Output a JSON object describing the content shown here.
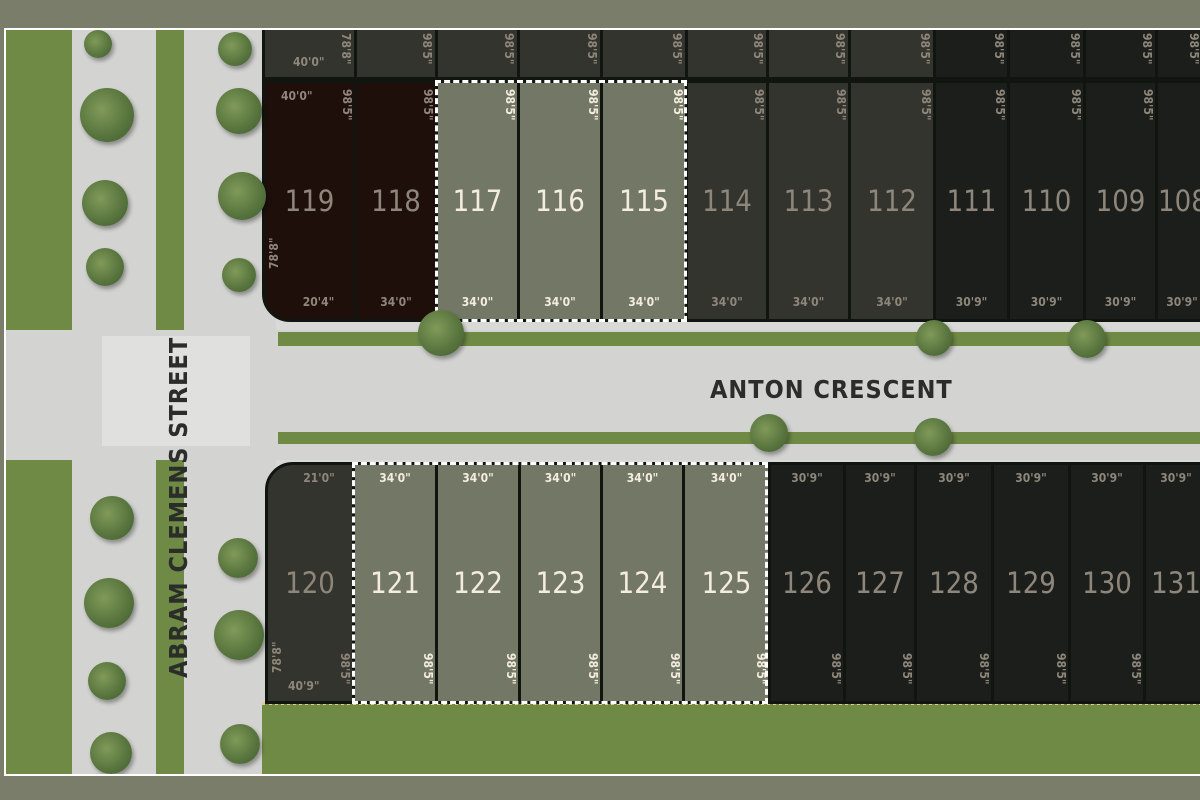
{
  "streets": {
    "horizontal": "ANTON CRESCENT",
    "vertical": "ABRAM CLEMENS STREET"
  },
  "colors": {
    "available": "#737765",
    "sold": "#1f0f0b",
    "other": "#34342e",
    "dark": "#1b1e1a"
  },
  "top_partial_row": [
    {
      "width": "40'0\"",
      "depth": "78'8\""
    },
    {
      "depth": "98'5\""
    },
    {
      "depth": "98'5\""
    },
    {
      "depth": "98'5\""
    },
    {
      "depth": "98'5\""
    },
    {
      "depth": "98'5\""
    },
    {
      "depth": "98'5\""
    },
    {
      "depth": "98'5\""
    },
    {
      "depth": "98'5\""
    },
    {
      "depth": "98'5\""
    },
    {
      "depth": "98'5\""
    },
    {
      "depth": "98'5\""
    }
  ],
  "north_lots": [
    {
      "number": "119",
      "status": "sold",
      "width": "20'4\"",
      "top": "40'0\"",
      "depth": "98'5\"",
      "side": "78'8\""
    },
    {
      "number": "118",
      "status": "sold",
      "width": "34'0\"",
      "depth": "98'5\""
    },
    {
      "number": "117",
      "status": "available",
      "width": "34'0\"",
      "depth": "98'5\""
    },
    {
      "number": "116",
      "status": "available",
      "width": "34'0\"",
      "depth": "98'5\""
    },
    {
      "number": "115",
      "status": "available",
      "width": "34'0\"",
      "depth": "98'5\""
    },
    {
      "number": "114",
      "status": "mid",
      "width": "34'0\"",
      "depth": "98'5\""
    },
    {
      "number": "113",
      "status": "mid",
      "width": "34'0\"",
      "depth": "98'5\""
    },
    {
      "number": "112",
      "status": "mid",
      "width": "34'0\"",
      "depth": "98'5\""
    },
    {
      "number": "111",
      "status": "dark",
      "width": "30'9\"",
      "depth": "98'5\""
    },
    {
      "number": "110",
      "status": "dark",
      "width": "30'9\"",
      "depth": "98'5\""
    },
    {
      "number": "109",
      "status": "dark",
      "width": "30'9\"",
      "depth": "98'5\""
    },
    {
      "number": "108",
      "status": "dark",
      "width": "30'9\"",
      "depth": ""
    }
  ],
  "south_lots": [
    {
      "number": "120",
      "status": "mid",
      "width": "21'0\"",
      "bottom": "40'9\"",
      "depth": "98'5\"",
      "side": "78'8\""
    },
    {
      "number": "121",
      "status": "available",
      "width": "34'0\"",
      "depth": "98'5\""
    },
    {
      "number": "122",
      "status": "available",
      "width": "34'0\"",
      "depth": "98'5\""
    },
    {
      "number": "123",
      "status": "available",
      "width": "34'0\"",
      "depth": "98'5\""
    },
    {
      "number": "124",
      "status": "available",
      "width": "34'0\"",
      "depth": "98'5\""
    },
    {
      "number": "125",
      "status": "available",
      "width": "34'0\"",
      "depth": "98'5\""
    },
    {
      "number": "126",
      "status": "dark",
      "width": "30'9\"",
      "depth": "98'5\""
    },
    {
      "number": "127",
      "status": "dark",
      "width": "30'9\"",
      "depth": "98'5\""
    },
    {
      "number": "128",
      "status": "dark",
      "width": "30'9\"",
      "depth": "98'5\""
    },
    {
      "number": "129",
      "status": "dark",
      "width": "30'9\"",
      "depth": "98'5\""
    },
    {
      "number": "130",
      "status": "dark",
      "width": "30'9\"",
      "depth": "98'5\""
    },
    {
      "number": "131",
      "status": "dark",
      "width": "30'9\"",
      "depth": ""
    }
  ]
}
